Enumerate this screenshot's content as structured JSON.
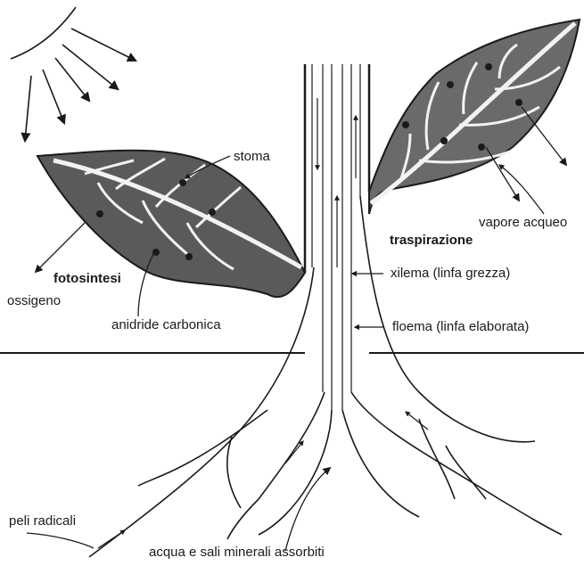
{
  "labels": {
    "stoma": "stoma",
    "vapore": "vapore acqueo",
    "traspirazione": "traspirazione",
    "xilema": "xilema (linfa grezza)",
    "fotosintesi": "fotosintesi",
    "ossigeno": "ossigeno",
    "anidride": "anidride carbonica",
    "floema": "floema (linfa elaborata)",
    "peli": "peli radicali",
    "acqua": "acqua e sali minerali assorbiti"
  },
  "colors": {
    "ink": "#1a1a1a",
    "leaf_dark": "#5a5a5a",
    "leaf_mid": "#8a8a8a",
    "vein": "#f2f2f2"
  }
}
